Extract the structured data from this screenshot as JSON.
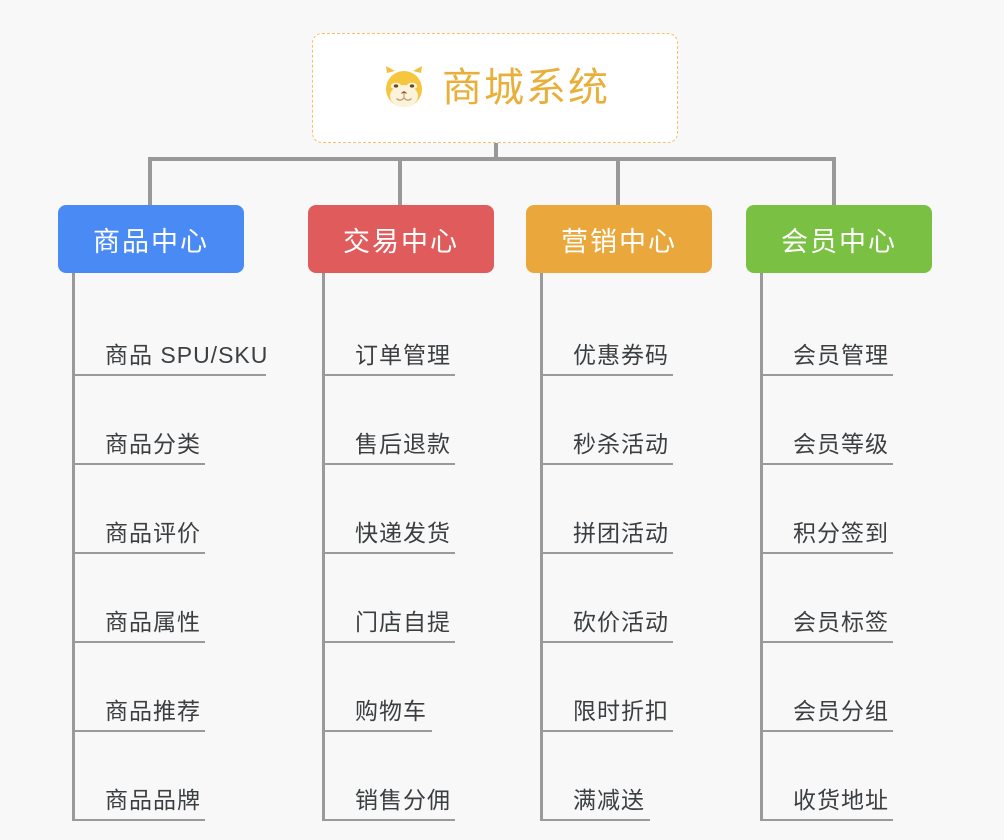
{
  "background_color": "#f8f8f8",
  "root": {
    "title": "商城系统",
    "icon": "shiba-dog-face-icon",
    "text_color": "#e8b03a",
    "border_color": "#f0c36a"
  },
  "connector_color": "#999999",
  "categories": [
    {
      "label": "商品中心",
      "color": "#4a8af4",
      "items": [
        "商品 SPU/SKU",
        "商品分类",
        "商品评价",
        "商品属性",
        "商品推荐",
        "商品品牌"
      ]
    },
    {
      "label": "交易中心",
      "color": "#e05c5c",
      "items": [
        "订单管理",
        "售后退款",
        "快递发货",
        "门店自提",
        "购物车",
        "销售分佣"
      ]
    },
    {
      "label": "营销中心",
      "color": "#eaa83c",
      "items": [
        "优惠券码",
        "秒杀活动",
        "拼团活动",
        "砍价活动",
        "限时折扣",
        "满减送"
      ]
    },
    {
      "label": "会员中心",
      "color": "#7ac143",
      "items": [
        "会员管理",
        "会员等级",
        "积分签到",
        "会员标签",
        "会员分组",
        "收货地址"
      ]
    }
  ]
}
